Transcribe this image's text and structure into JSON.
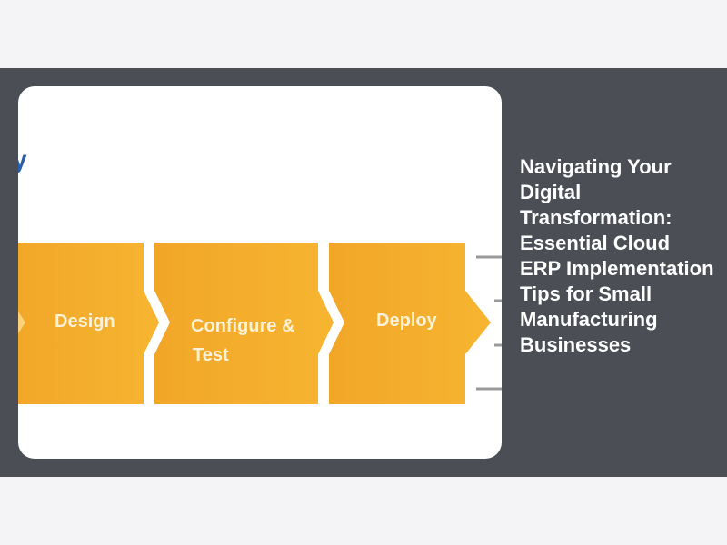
{
  "article": {
    "title": "Navigating Your Digital Transformation: Essential Cloud ERP Implementation Tips for Small Manufacturing Businesses"
  },
  "image": {
    "heading_fragment": "y",
    "steps": [
      {
        "line1": "Design",
        "line2": ""
      },
      {
        "line1": "Configure &",
        "line2": "Test"
      },
      {
        "line1": "Deploy",
        "line2": ""
      }
    ],
    "colors": {
      "step_fill": "#f3ac2c",
      "heading": "#2a5fa8",
      "step_text": "#fdf1d6"
    }
  }
}
